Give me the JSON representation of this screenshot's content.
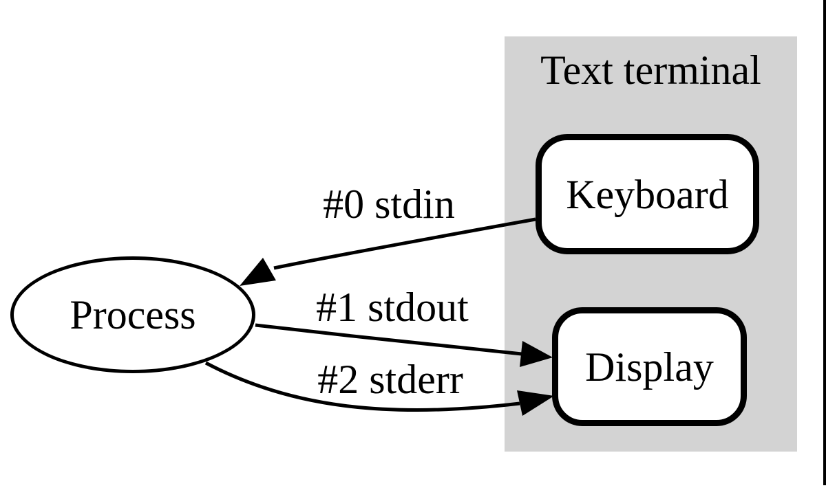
{
  "diagram": {
    "terminal_group": {
      "label": "Text terminal"
    },
    "nodes": {
      "process": {
        "label": "Process",
        "shape": "ellipse"
      },
      "keyboard": {
        "label": "Keyboard",
        "shape": "rounded-rect"
      },
      "display": {
        "label": "Display",
        "shape": "rounded-rect"
      }
    },
    "edges": {
      "stdin": {
        "label": "#0 stdin",
        "from": "keyboard",
        "to": "process"
      },
      "stdout": {
        "label": "#1 stdout",
        "from": "process",
        "to": "display"
      },
      "stderr": {
        "label": "#2 stderr",
        "from": "process",
        "to": "display"
      }
    },
    "colors": {
      "stroke": "#000000",
      "node_fill": "#ffffff",
      "terminal_fill": "#d3d3d3",
      "background": "#ffffff"
    }
  }
}
